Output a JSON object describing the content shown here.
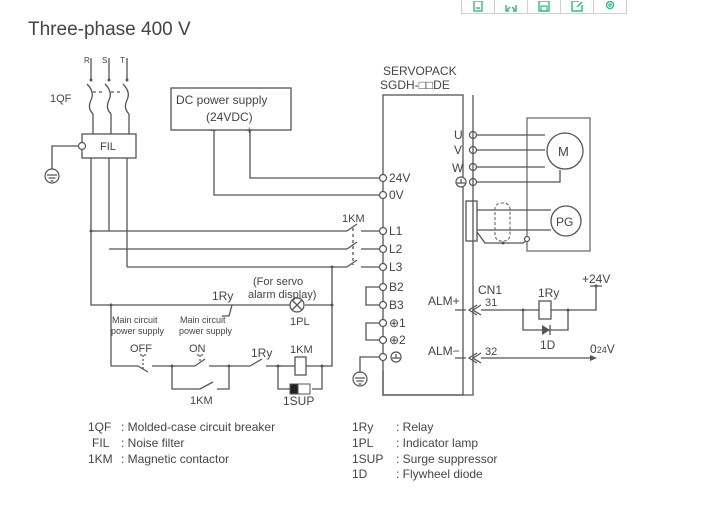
{
  "toolbar": {
    "buttons": [
      {
        "name": "copy-icon"
      },
      {
        "name": "expand-icon"
      },
      {
        "name": "save-icon"
      },
      {
        "name": "edit-icon"
      },
      {
        "name": "settings-icon"
      }
    ],
    "accent": "#2ebd80"
  },
  "diagram": {
    "title": "Three-phase 400 V",
    "phases": [
      "R",
      "S",
      "T"
    ],
    "breaker_label": "1QF",
    "filter_label": "FIL",
    "dc_supply": {
      "line1": "DC power supply",
      "line2": "(24VDC)",
      "minus": "−",
      "plus": "+"
    },
    "servopack": {
      "line1": "SERVOPACK",
      "line2": "SGDH-□□DE"
    },
    "terminals_left": [
      "24V",
      "0V",
      "L1",
      "L2",
      "L3",
      "B2",
      "B3",
      "⊕1",
      "⊕2"
    ],
    "terminals_right": [
      "U",
      "V",
      "W"
    ],
    "motor_label": "M",
    "encoder_label": "PG",
    "contactor_label": "1KM",
    "relay_label": "1Ry",
    "lamp_note_line1": "(For servo",
    "lamp_note_line2": "alarm display)",
    "lamp_label": "1PL",
    "off_switch": {
      "line1": "Main circuit",
      "line2": "power supply",
      "label": "OFF"
    },
    "on_switch": {
      "line1": "Main circuit",
      "line2": "power supply",
      "label": "ON"
    },
    "relay_contact_label": "1Ry",
    "coil_label": "1KM",
    "holding_contact_label": "1KM",
    "suppressor_label": "1SUP",
    "cn1_label": "CN1",
    "alm_plus": {
      "label": "ALM+",
      "pin": "31"
    },
    "alm_minus": {
      "label": "ALM−",
      "pin": "32"
    },
    "relay_coil_label": "1Ry",
    "diode_label": "1D",
    "plus24": "+24V",
    "zero24": "0",
    "zero24_sub": "24",
    "zero24_v": "V"
  },
  "legend": {
    "left": [
      {
        "code": "1QF",
        "desc": ": Molded-case circuit breaker"
      },
      {
        "code": "FIL",
        "desc": ": Noise filter"
      },
      {
        "code": "1KM",
        "desc": ": Magnetic contactor"
      }
    ],
    "right": [
      {
        "code": "1Ry",
        "desc": ": Relay"
      },
      {
        "code": "1PL",
        "desc": ": Indicator lamp"
      },
      {
        "code": "1SUP",
        "desc": ": Surge suppressor"
      },
      {
        "code": "1D",
        "desc": ": Flywheel diode"
      }
    ]
  }
}
